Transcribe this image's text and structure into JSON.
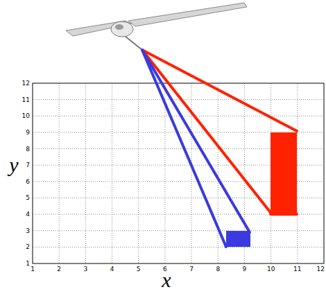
{
  "diagram": {
    "labels": [
      "1",
      "2",
      "3",
      "4",
      "5",
      "6",
      "7",
      "8",
      "9",
      "10",
      "11",
      "12",
      "1",
      "2",
      "3",
      "4",
      "5",
      "6",
      "7",
      "8",
      "9",
      "10",
      "11",
      "12",
      "y",
      "x"
    ]
  }
}
